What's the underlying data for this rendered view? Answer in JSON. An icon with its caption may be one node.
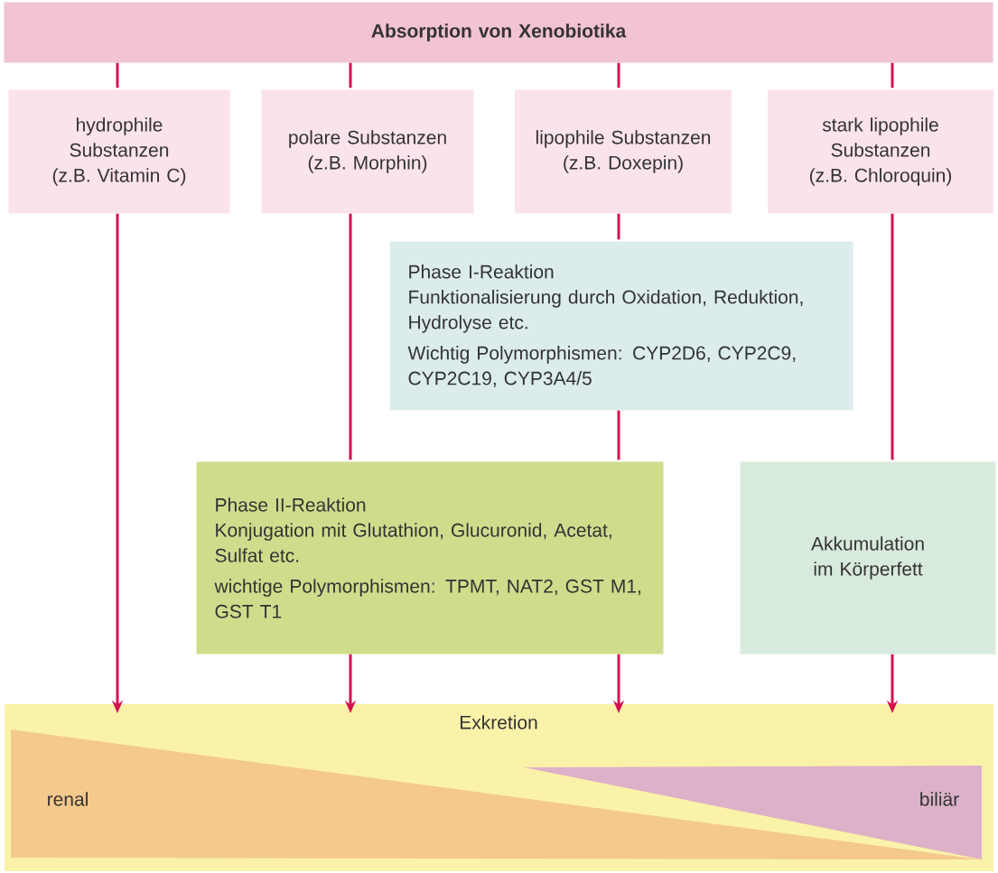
{
  "diagram": {
    "nodes": [
      {
        "text": [
          "Absorption von Xenobiotika"
        ]
      },
      {
        "text": [
          "hydrophile Substanzen (z.B. Vitamin C)"
        ]
      },
      {
        "text": [
          "polare Substanzen (z.B. Morphin)"
        ]
      },
      {
        "text": [
          "lipophile Substanzen (z.B. Doxepin)"
        ]
      },
      {
        "text": [
          "stark lipophile Substanzen (z.B. Chloroquin)"
        ]
      },
      {
        "text": [
          "Phase I-Reaktion",
          "Funktionalisierung durch Oxidation, Reduktion, Hydrolyse etc.",
          "Wichtig Polymorphismen: CYP2D6, CYP2C9, CYP2C19, CYP3A4/5"
        ]
      },
      {
        "text": [
          "Phase II-Reaktion",
          "Konjugation mit Glutathion, Glucuronid, Acetat, Sulfat etc.",
          "wichtige Polymorphismen: TPMT, NAT2, GST M1, GST T1"
        ]
      },
      {
        "text": [
          "Akkumulation im Körperfett"
        ]
      },
      {
        "text": [
          "Exkretion"
        ]
      },
      {
        "text": [
          "renal"
        ],
        "in": 8
      },
      {
        "text": [
          "biliär"
        ],
        "in": 8
      }
    ],
    "edges": [
      {
        "from": 0,
        "to": 1,
        "arrow": "none"
      },
      {
        "from": 0,
        "to": 2,
        "arrow": "none"
      },
      {
        "from": 0,
        "to": 3,
        "arrow": "none"
      },
      {
        "from": 0,
        "to": 4,
        "arrow": "none"
      },
      {
        "from": 1,
        "to": 8,
        "arrow": "to"
      },
      {
        "from": 2,
        "to": 6,
        "arrow": "none"
      },
      {
        "from": 6,
        "to": 8,
        "arrow": "to"
      },
      {
        "from": 3,
        "to": 5,
        "arrow": "none"
      },
      {
        "from": 5,
        "to": 6,
        "arrow": "none"
      },
      {
        "from": 6,
        "to": 8,
        "arrow": "to"
      },
      {
        "from": 4,
        "to": 7,
        "arrow": "none"
      },
      {
        "from": 7,
        "to": 8,
        "arrow": "to"
      }
    ]
  }
}
